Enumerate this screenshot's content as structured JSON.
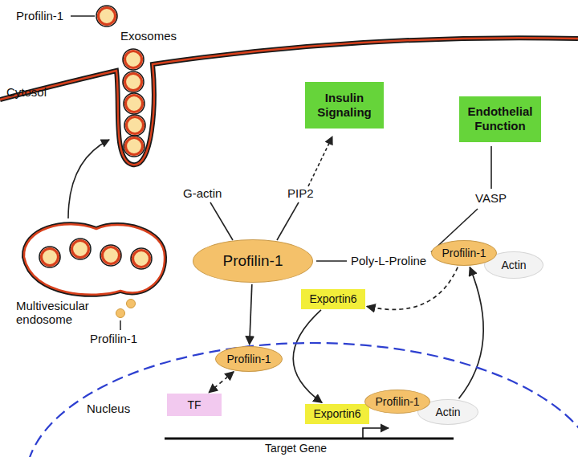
{
  "diagram": {
    "nodes": [
      {
        "text": [
          "Profilin-1"
        ]
      },
      {
        "text": [
          "Insulin Signaling"
        ]
      },
      {
        "text": [
          "Endothelial Function"
        ]
      },
      {
        "text": [
          "Exportin6"
        ]
      },
      {
        "text": [
          "Profilin-1"
        ]
      },
      {
        "text": [
          "Actin"
        ]
      },
      {
        "text": [
          "Nucleus"
        ]
      },
      {
        "text": [
          "Profilin-1"
        ],
        "in": 6
      },
      {
        "text": [
          "TF"
        ],
        "in": 6
      },
      {
        "text": [
          "Exportin6"
        ],
        "in": 6
      },
      {
        "text": [
          "Profilin-1"
        ],
        "in": 6
      },
      {
        "text": [
          "Actin"
        ],
        "in": 6
      }
    ],
    "edges": [
      {
        "from": 0,
        "to": 7,
        "arrow": "to"
      },
      {
        "from": 7,
        "to": 8,
        "arrow": "both"
      },
      {
        "from": 3,
        "to": 9,
        "arrow": "to"
      },
      {
        "from": 11,
        "to": 4,
        "arrow": "to"
      },
      {
        "from": 4,
        "to": 3,
        "arrow": "to"
      }
    ],
    "labels": [
      "Profilin-1",
      "Exosomes",
      "Cytosol",
      "G-actin",
      "PIP2",
      "Poly-L-Proline",
      "VASP",
      "Multivesicular endosome",
      "Profilin-1",
      "Target Gene"
    ]
  }
}
